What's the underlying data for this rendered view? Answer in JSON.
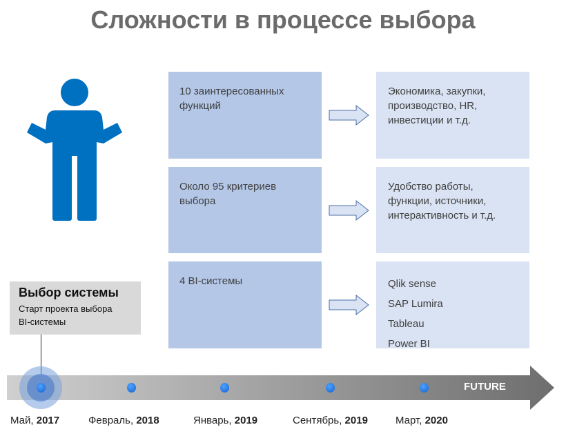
{
  "title": "Сложности в процессе выбора",
  "rows": [
    {
      "left": "10 заинтересованных функций",
      "right": [
        "Экономика, закупки, производство, HR, инвестиции и т.д."
      ]
    },
    {
      "left": "Около 95 критериев выбора",
      "right": [
        "Удобство работы, функции, источники, интерактивность и т.д."
      ]
    },
    {
      "left": "4 BI-системы",
      "right": [
        "Qlik sense",
        "SAP Lumira",
        "Tableau",
        "Power BI"
      ]
    }
  ],
  "milestone": {
    "title": "Выбор системы",
    "subtitle_1": "Старт проекта выбора",
    "subtitle_2": "BI-системы"
  },
  "timeline": {
    "future_label": "FUTURE",
    "dates": [
      {
        "month": "Май, ",
        "year": "2017"
      },
      {
        "month": "Февраль, ",
        "year": "2018"
      },
      {
        "month": "Январь, ",
        "year": "2019"
      },
      {
        "month": "Сентябрь, ",
        "year": "2019"
      },
      {
        "month": "Март, ",
        "year": "2020"
      }
    ]
  },
  "colors": {
    "person": "#0070c0",
    "left_box": "#b4c7e7",
    "right_box": "#dae3f3"
  }
}
